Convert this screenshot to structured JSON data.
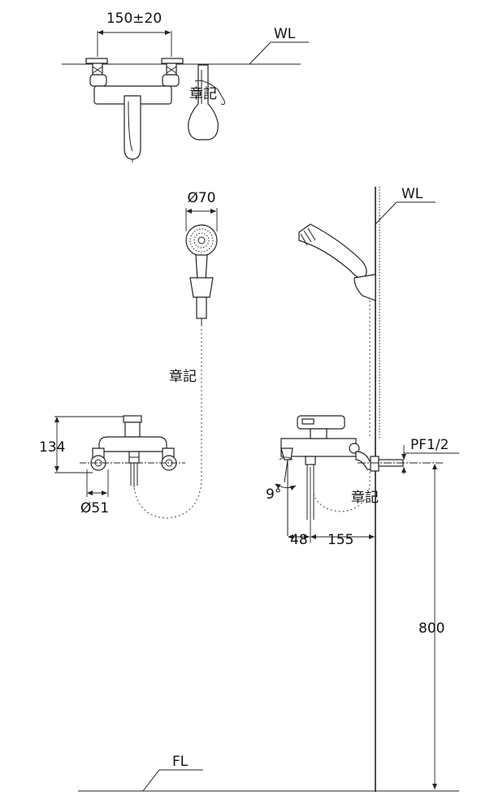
{
  "dimensions": {
    "top_spacing": "150±20",
    "water_level_top": "WL",
    "water_level_right": "WL",
    "showerhead_diameter": "Ø70",
    "hose_mark_top": "章記",
    "hose_mark_mid": "章記",
    "hose_mark_right": "章記",
    "height_134": "134",
    "eccentric_51": "Ø51",
    "angle_9": "9°",
    "offset_48": "48",
    "projection_155": "155",
    "pipe_thread": "PF1/2",
    "height_800": "800",
    "floor_level": "FL"
  }
}
